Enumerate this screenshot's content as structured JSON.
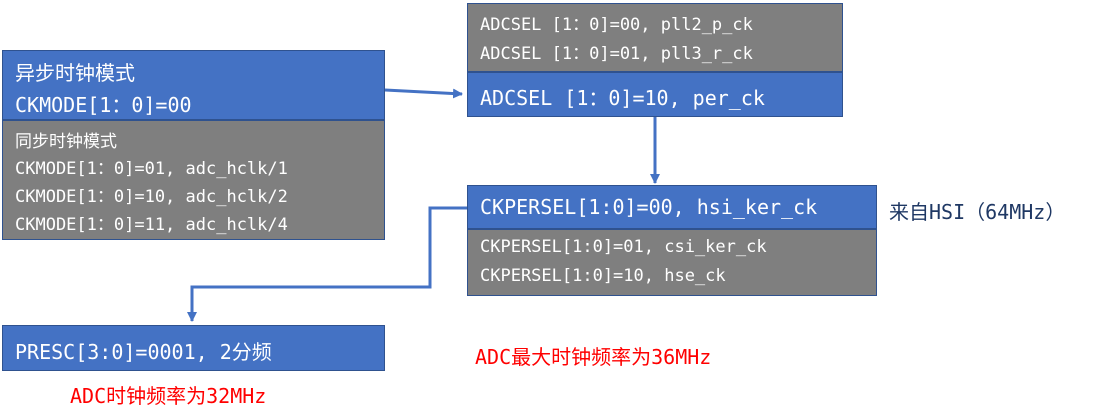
{
  "async_mode": {
    "title": "异步时钟模式",
    "setting": "CKMODE[1：0]=00"
  },
  "sync_mode": {
    "title": "同步时钟模式",
    "options": [
      "CKMODE[1：0]=01, adc_hclk/1",
      "CKMODE[1：0]=10, adc_hclk/2",
      "CKMODE[1：0]=11, adc_hclk/4"
    ]
  },
  "adcsel": {
    "options": [
      "ADCSEL [1：0]=00,  pll2_p_ck",
      "ADCSEL [1：0]=01,  pll3_r_ck"
    ],
    "selected": "ADCSEL [1：0]=10,  per_ck"
  },
  "ckpersel": {
    "selected": "CKPERSEL[1:0]=00, hsi_ker_ck",
    "options": [
      "CKPERSEL[1:0]=01, csi_ker_ck",
      "CKPERSEL[1:0]=10, hse_ck"
    ],
    "source_note": "来自HSI（64MHz）"
  },
  "presc": {
    "setting": "PRESC[3:0]=0001, 2分频",
    "note": "ADC时钟频率为32MHz"
  },
  "max_freq_note": "ADC最大时钟频率为36MHz",
  "colors": {
    "selected_box": "#4472c4",
    "option_box": "#7f7f7f",
    "connector": "#4472c4",
    "note_red": "#ff0000",
    "note_dark": "#1f3864"
  }
}
